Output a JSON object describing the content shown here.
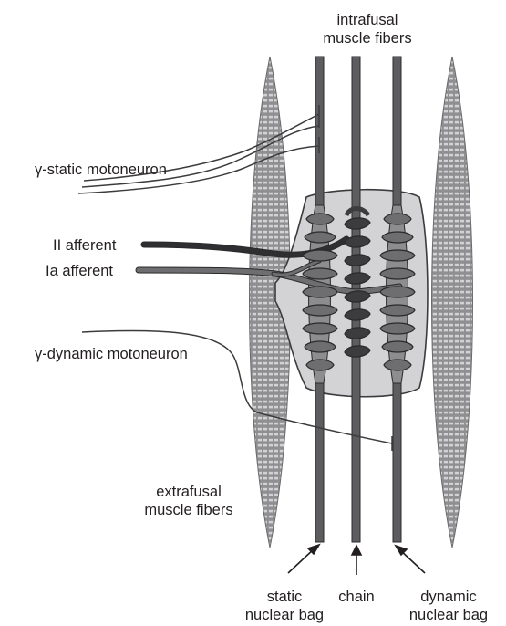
{
  "labels": {
    "intrafusal_line1": "intrafusal",
    "intrafusal_line2": "muscle fibers",
    "gamma_static": "γ-static motoneuron",
    "ii_afferent": "II afferent",
    "ia_afferent": "Ia afferent",
    "gamma_dynamic": "γ-dynamic motoneuron",
    "extrafusal_line1": "extrafusal",
    "extrafusal_line2": "muscle fibers",
    "static_line1": "static",
    "static_line2": "nuclear bag",
    "chain": "chain",
    "dynamic_line1": "dynamic",
    "dynamic_line2": "nuclear bag"
  },
  "colors": {
    "fiber": "#5d5d5f",
    "capsule": "#d3d3d5",
    "nerve_dark": "#3c3c3e",
    "extrafusal": "#9a9a9c",
    "text": "#231f20"
  }
}
